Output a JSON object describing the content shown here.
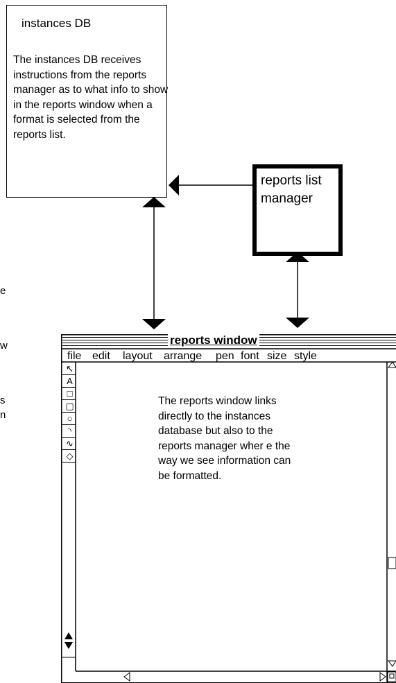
{
  "instances_db": {
    "title": "instances DB",
    "description": "The instances DB receives instructions from the reports manager as to what info to show in the reports window when a format is selected from the reports list."
  },
  "reports_list_manager": {
    "label": "reports list manager"
  },
  "left_fragments": [
    "e",
    "w",
    "s",
    "n"
  ],
  "reports_window": {
    "title": "reports window",
    "menu": [
      "file",
      "edit",
      "layout",
      "arrange",
      "pen",
      "font",
      "size",
      "style"
    ],
    "description": "The reports window links directly to the instances database but also to the reports manager wher e the way we see information can be formatted.",
    "tools": [
      "arrow-tool-icon",
      "text-tool-icon",
      "rectangle-tool-icon",
      "rounded-rectangle-tool-icon",
      "oval-tool-icon",
      "arc-tool-icon",
      "freehand-tool-icon",
      "polygon-tool-icon"
    ]
  }
}
